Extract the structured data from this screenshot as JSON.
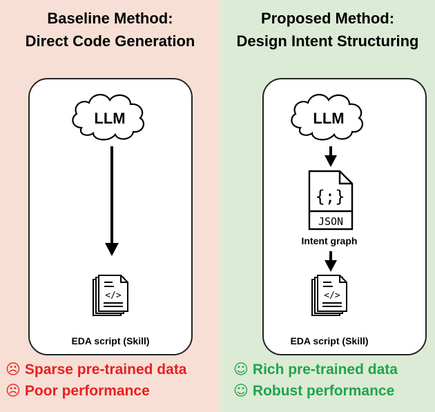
{
  "baseline": {
    "title_line1": "Baseline Method:",
    "title_line2": "Direct Code Generation",
    "llm_label": "LLM",
    "script_label": "EDA script (Skill)",
    "outcomes": [
      {
        "icon": "☹",
        "text": "Sparse pre-trained data"
      },
      {
        "icon": "☹",
        "text": "Poor performance"
      }
    ]
  },
  "proposed": {
    "title_line1": "Proposed Method:",
    "title_line2": "Design Intent Structuring",
    "llm_label": "LLM",
    "json_braces": "{;}",
    "json_tag": "JSON",
    "graph_label": "Intent graph",
    "script_label": "EDA script (Skill)",
    "outcomes": [
      {
        "icon": "☺",
        "text": "Rich pre-trained data"
      },
      {
        "icon": "☺",
        "text": "Robust performance"
      }
    ]
  },
  "colors": {
    "baseline_bg": "#f7dfd5",
    "proposed_bg": "#dcebd6",
    "bad": "#e62020",
    "good": "#21a34a"
  },
  "code_glyph": "</>"
}
